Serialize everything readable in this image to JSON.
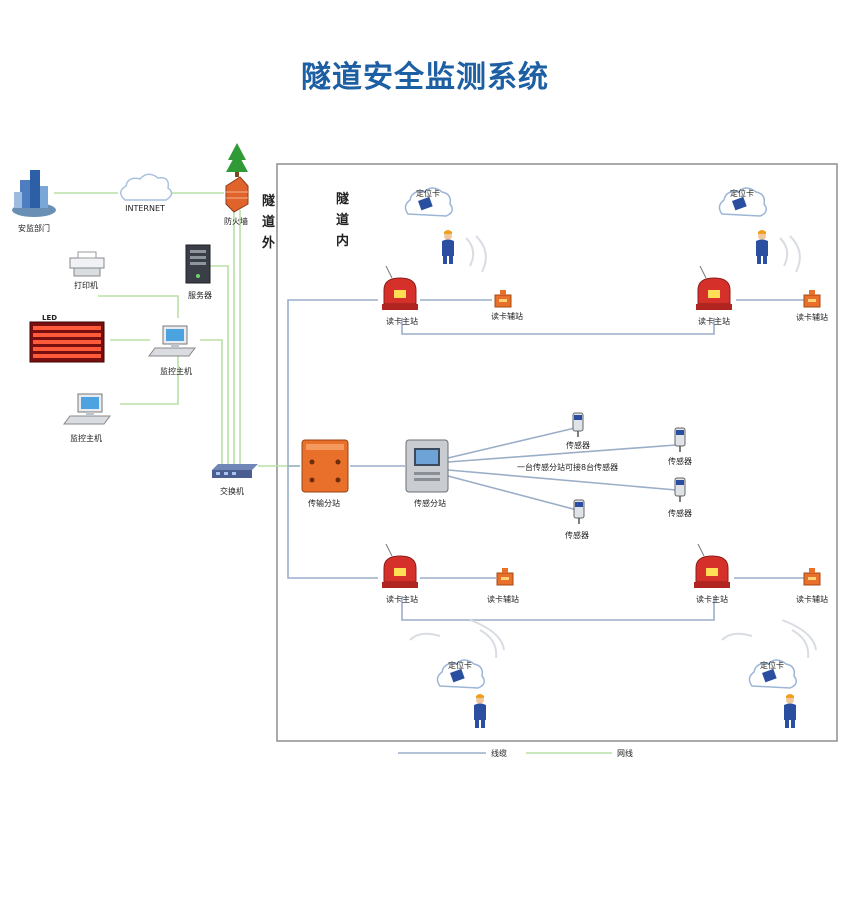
{
  "title": "隧道安全监测系统",
  "zones": {
    "outside": [
      "隧",
      "道",
      "外"
    ],
    "inside": [
      "隧",
      "道",
      "内"
    ]
  },
  "nodes": {
    "safety_dept": "安监部门",
    "internet": "INTERNET",
    "firewall": "防火墙",
    "server": "服务器",
    "printer": "打印机",
    "led": "LED",
    "monitor_host_1": "监控主机",
    "monitor_host_2": "监控主机",
    "switch": "交换机",
    "transmission_substation": "传输分站",
    "sensor_substation": "传感分站",
    "sensor_note": "一台传感分站可接8台传感器",
    "sensor": "传感器",
    "reader_main": "读卡主站",
    "reader_aux": "读卡辅站",
    "locator_card": "定位卡"
  },
  "legend": {
    "cable": "线缆",
    "net": "网线"
  },
  "colors": {
    "title": "#1d5fa3",
    "cable": "#9aaec8",
    "net": "#b8e0a6",
    "device_orange": "#e8702a",
    "station_red": "#d6302a",
    "worker_blue": "#2a4fa0"
  }
}
